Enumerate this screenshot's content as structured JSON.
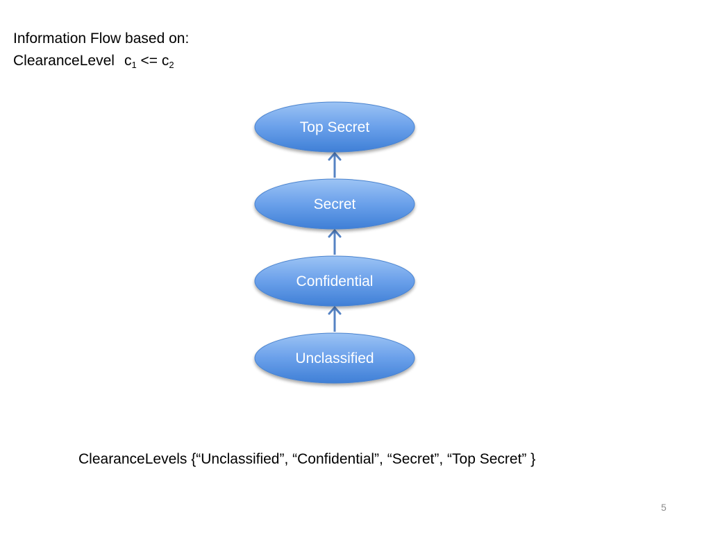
{
  "title": {
    "line1": "Information Flow based on:",
    "line2_prefix": "ClearanceLevel",
    "var1": "c",
    "sub1": "1",
    "operator": "<=",
    "var2": "c",
    "sub2": "2"
  },
  "diagram": {
    "nodes": [
      "Top Secret",
      "Secret",
      "Confidential",
      "Unclassified"
    ],
    "edges": [
      {
        "from": "Unclassified",
        "to": "Confidential"
      },
      {
        "from": "Confidential",
        "to": "Secret"
      },
      {
        "from": "Secret",
        "to": "Top Secret"
      }
    ],
    "colors": {
      "node_top": "#9cc3f4",
      "node_bottom": "#3f7fd6",
      "node_stroke": "#4a83cf",
      "arrow": "#5583c4",
      "label": "#ffffff"
    }
  },
  "caption": "ClearanceLevels {“Unclassified”, “Confidential”, “Secret”, “Top Secret” }",
  "page_number": "5"
}
